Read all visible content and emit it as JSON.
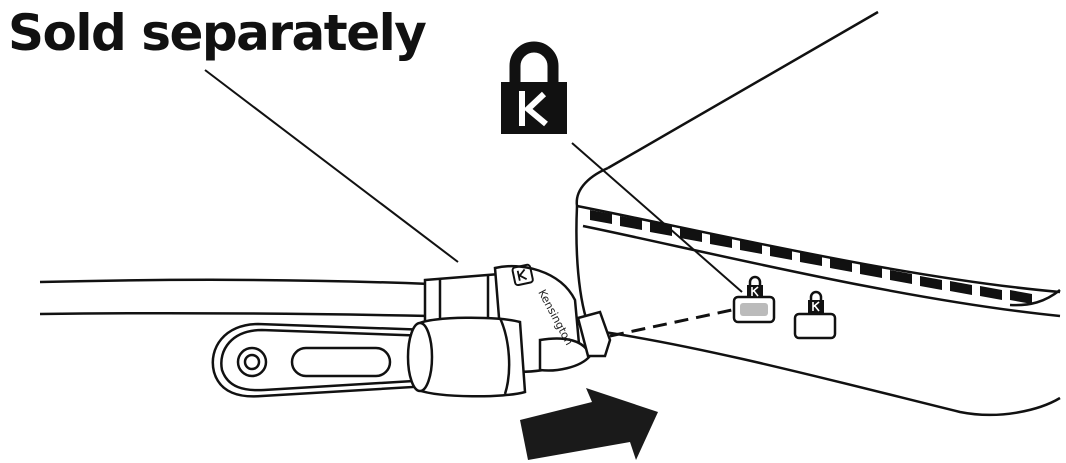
{
  "title": "Sold separately",
  "lock_brand_text": "Kensington",
  "lock_symbol_letter": "K",
  "colors": {
    "ink": "#111111",
    "paper": "#ffffff",
    "arrow": "#1a1a1a"
  },
  "icons": [
    "kensington-lock-symbol-icon",
    "push-arrow-icon"
  ]
}
